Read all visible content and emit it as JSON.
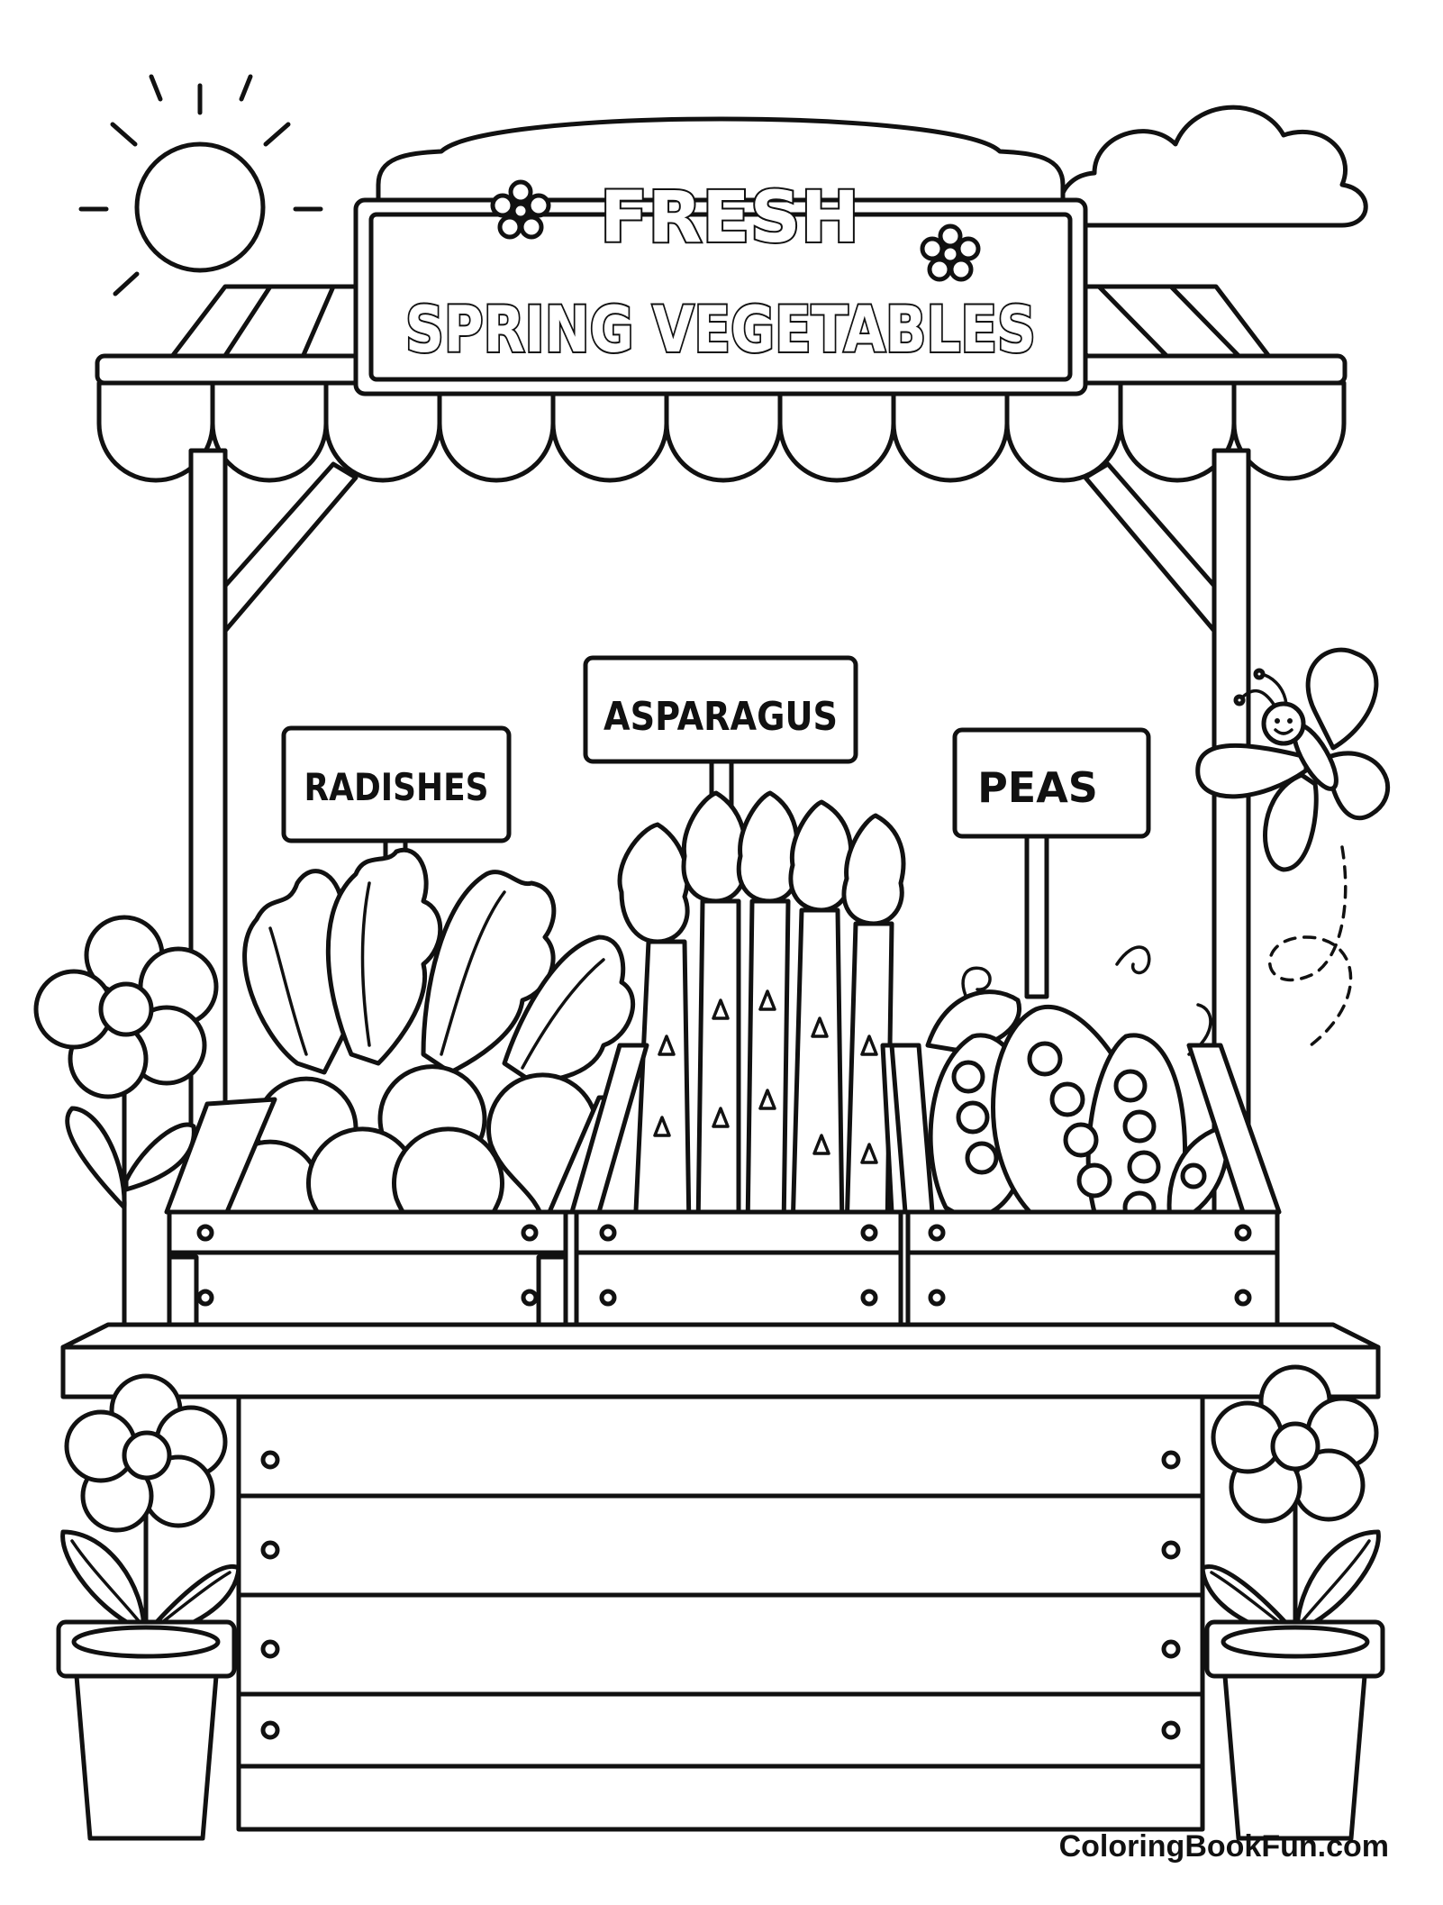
{
  "sign": {
    "line1": "FRESH",
    "line2": "SPRING VEGETABLES"
  },
  "labels": {
    "radishes": "RADISHES",
    "asparagus": "ASPARAGUS",
    "peas": "PEAS"
  },
  "watermark": "ColoringBookFun.com",
  "colors": {
    "line": "#111111",
    "background": "#ffffff"
  }
}
